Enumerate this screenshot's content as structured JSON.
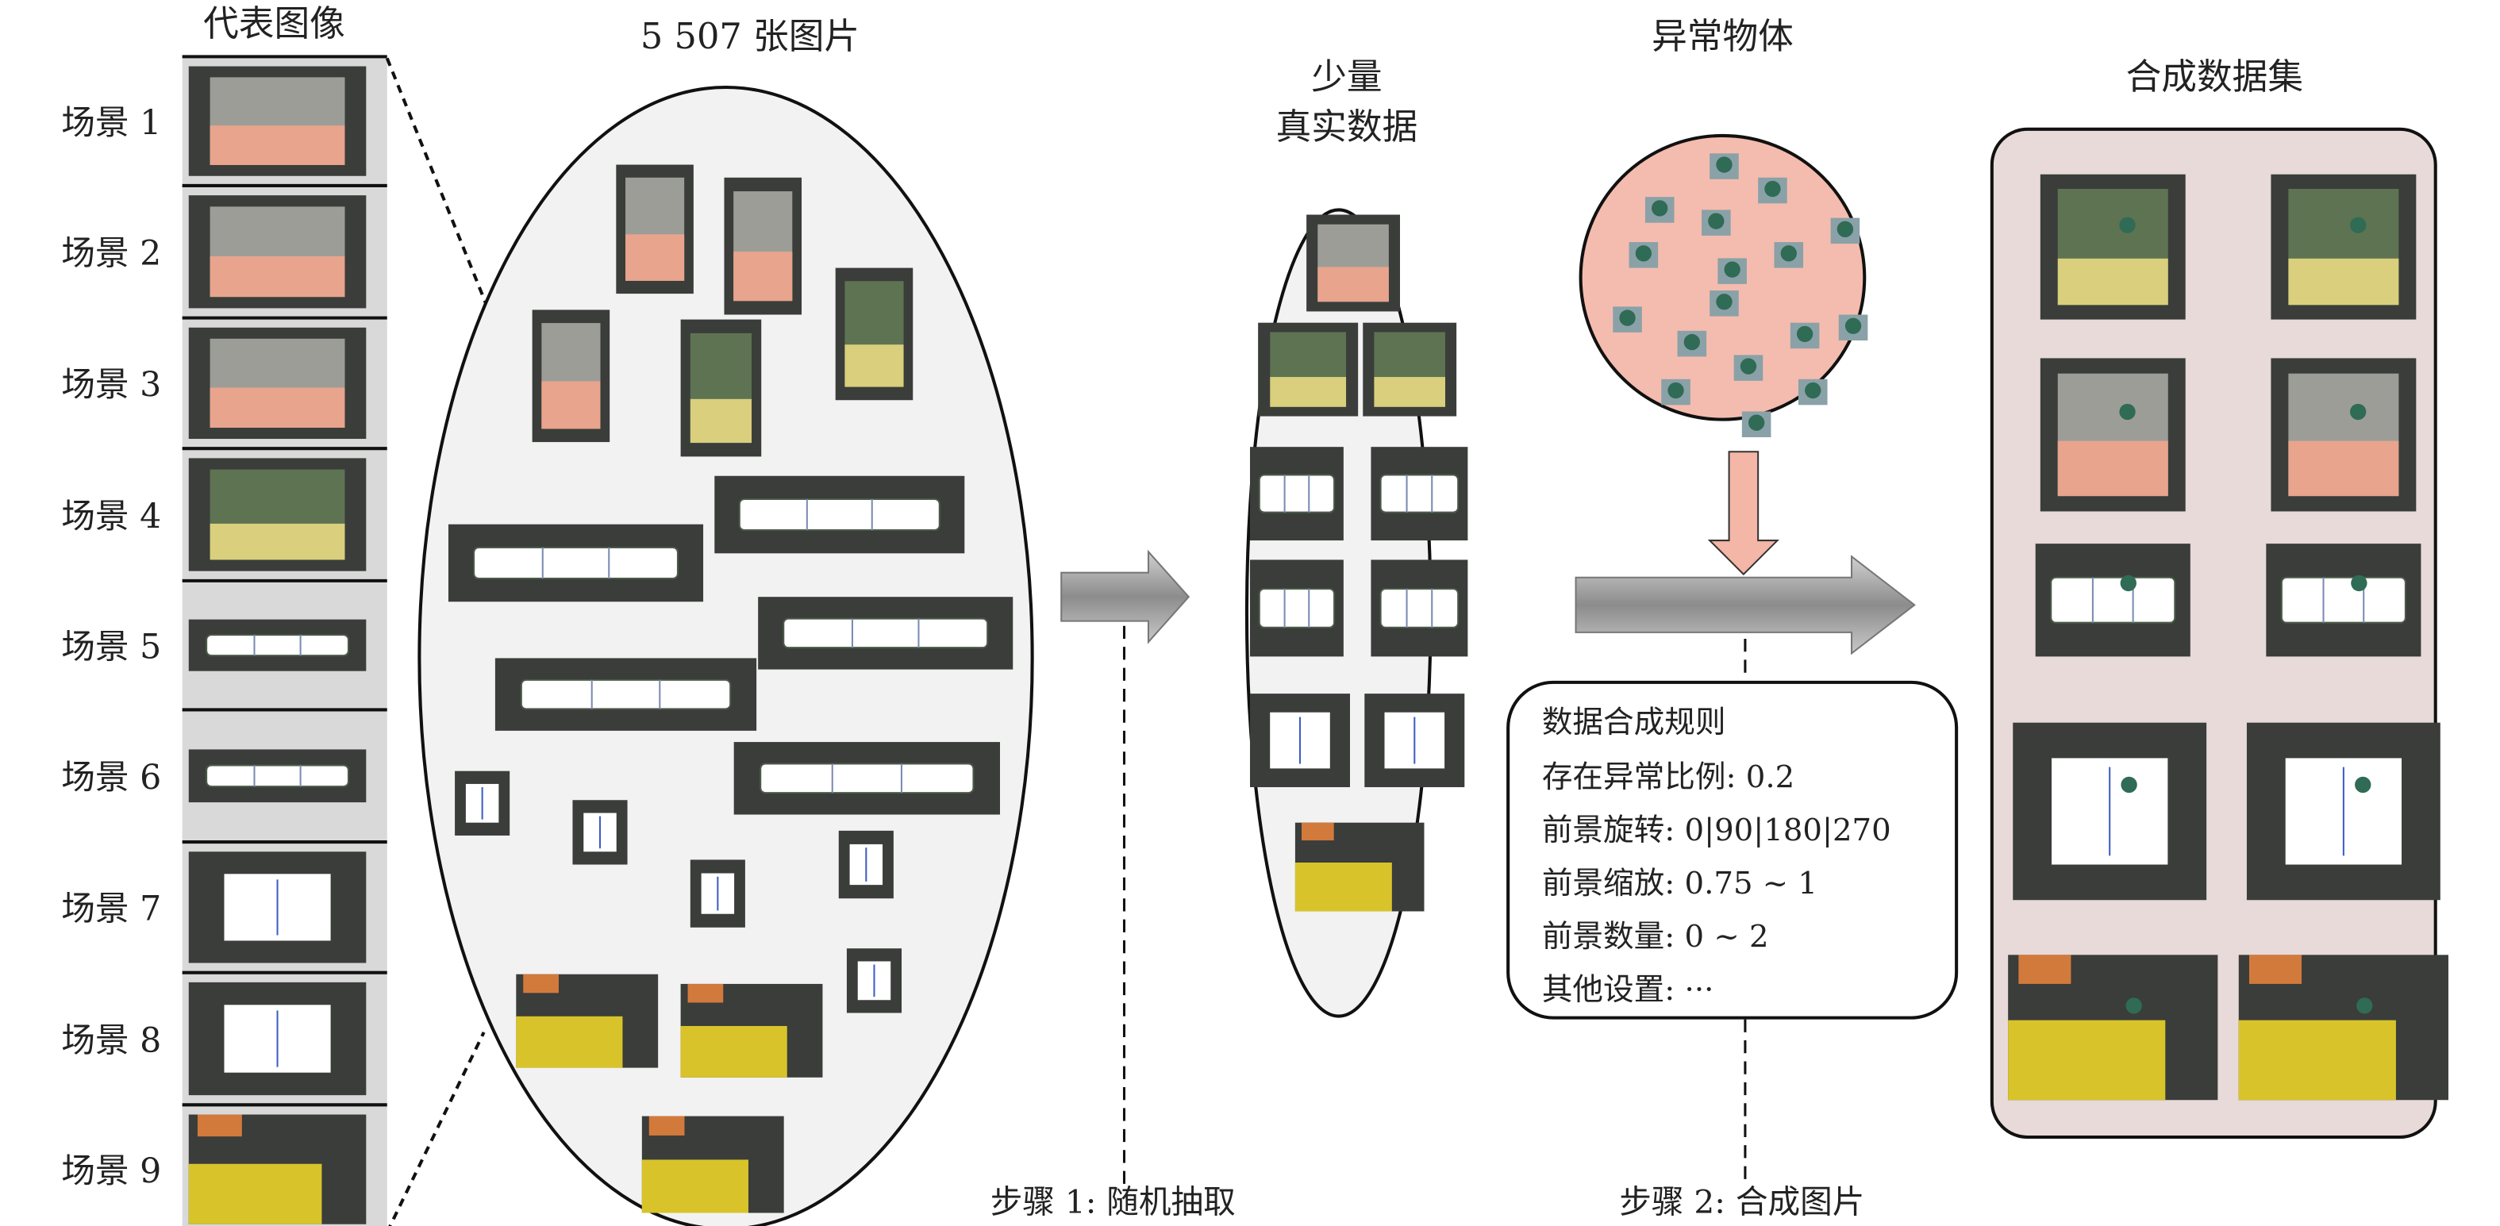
{
  "left_column": {
    "title": "代表图像",
    "scenes": [
      "场景 1",
      "场景 2",
      "场景 3",
      "场景 4",
      "场景 5",
      "场景 6",
      "场景 7",
      "场景 8",
      "场景 9"
    ]
  },
  "pool": {
    "title": "5 507 张图片"
  },
  "sample": {
    "title_line1": "少量",
    "title_line2": "真实数据"
  },
  "step1": {
    "label": "步骤 1: 随机抽取"
  },
  "anomaly": {
    "title": "异常物体"
  },
  "rules": {
    "title": "数据合成规则",
    "lines": [
      "存在异常比例: 0.2",
      "前景旋转: 0|90|180|270",
      "前景缩放: 0.75 ~ 1",
      "前景数量: 0 ~ 2",
      "其他设置: ···"
    ]
  },
  "step2": {
    "label": "步骤 2: 合成图片"
  },
  "synthetic": {
    "title": "合成数据集"
  },
  "colors": {
    "panel_gray": "#d9d9d9",
    "ellipse_fill": "#f2f2f2",
    "anomaly_fill": "#f4bcae",
    "synthetic_fill": "#e7dad8",
    "arrow_gray": "#a6a6a6",
    "arrow_pink": "#f4b6a6"
  }
}
